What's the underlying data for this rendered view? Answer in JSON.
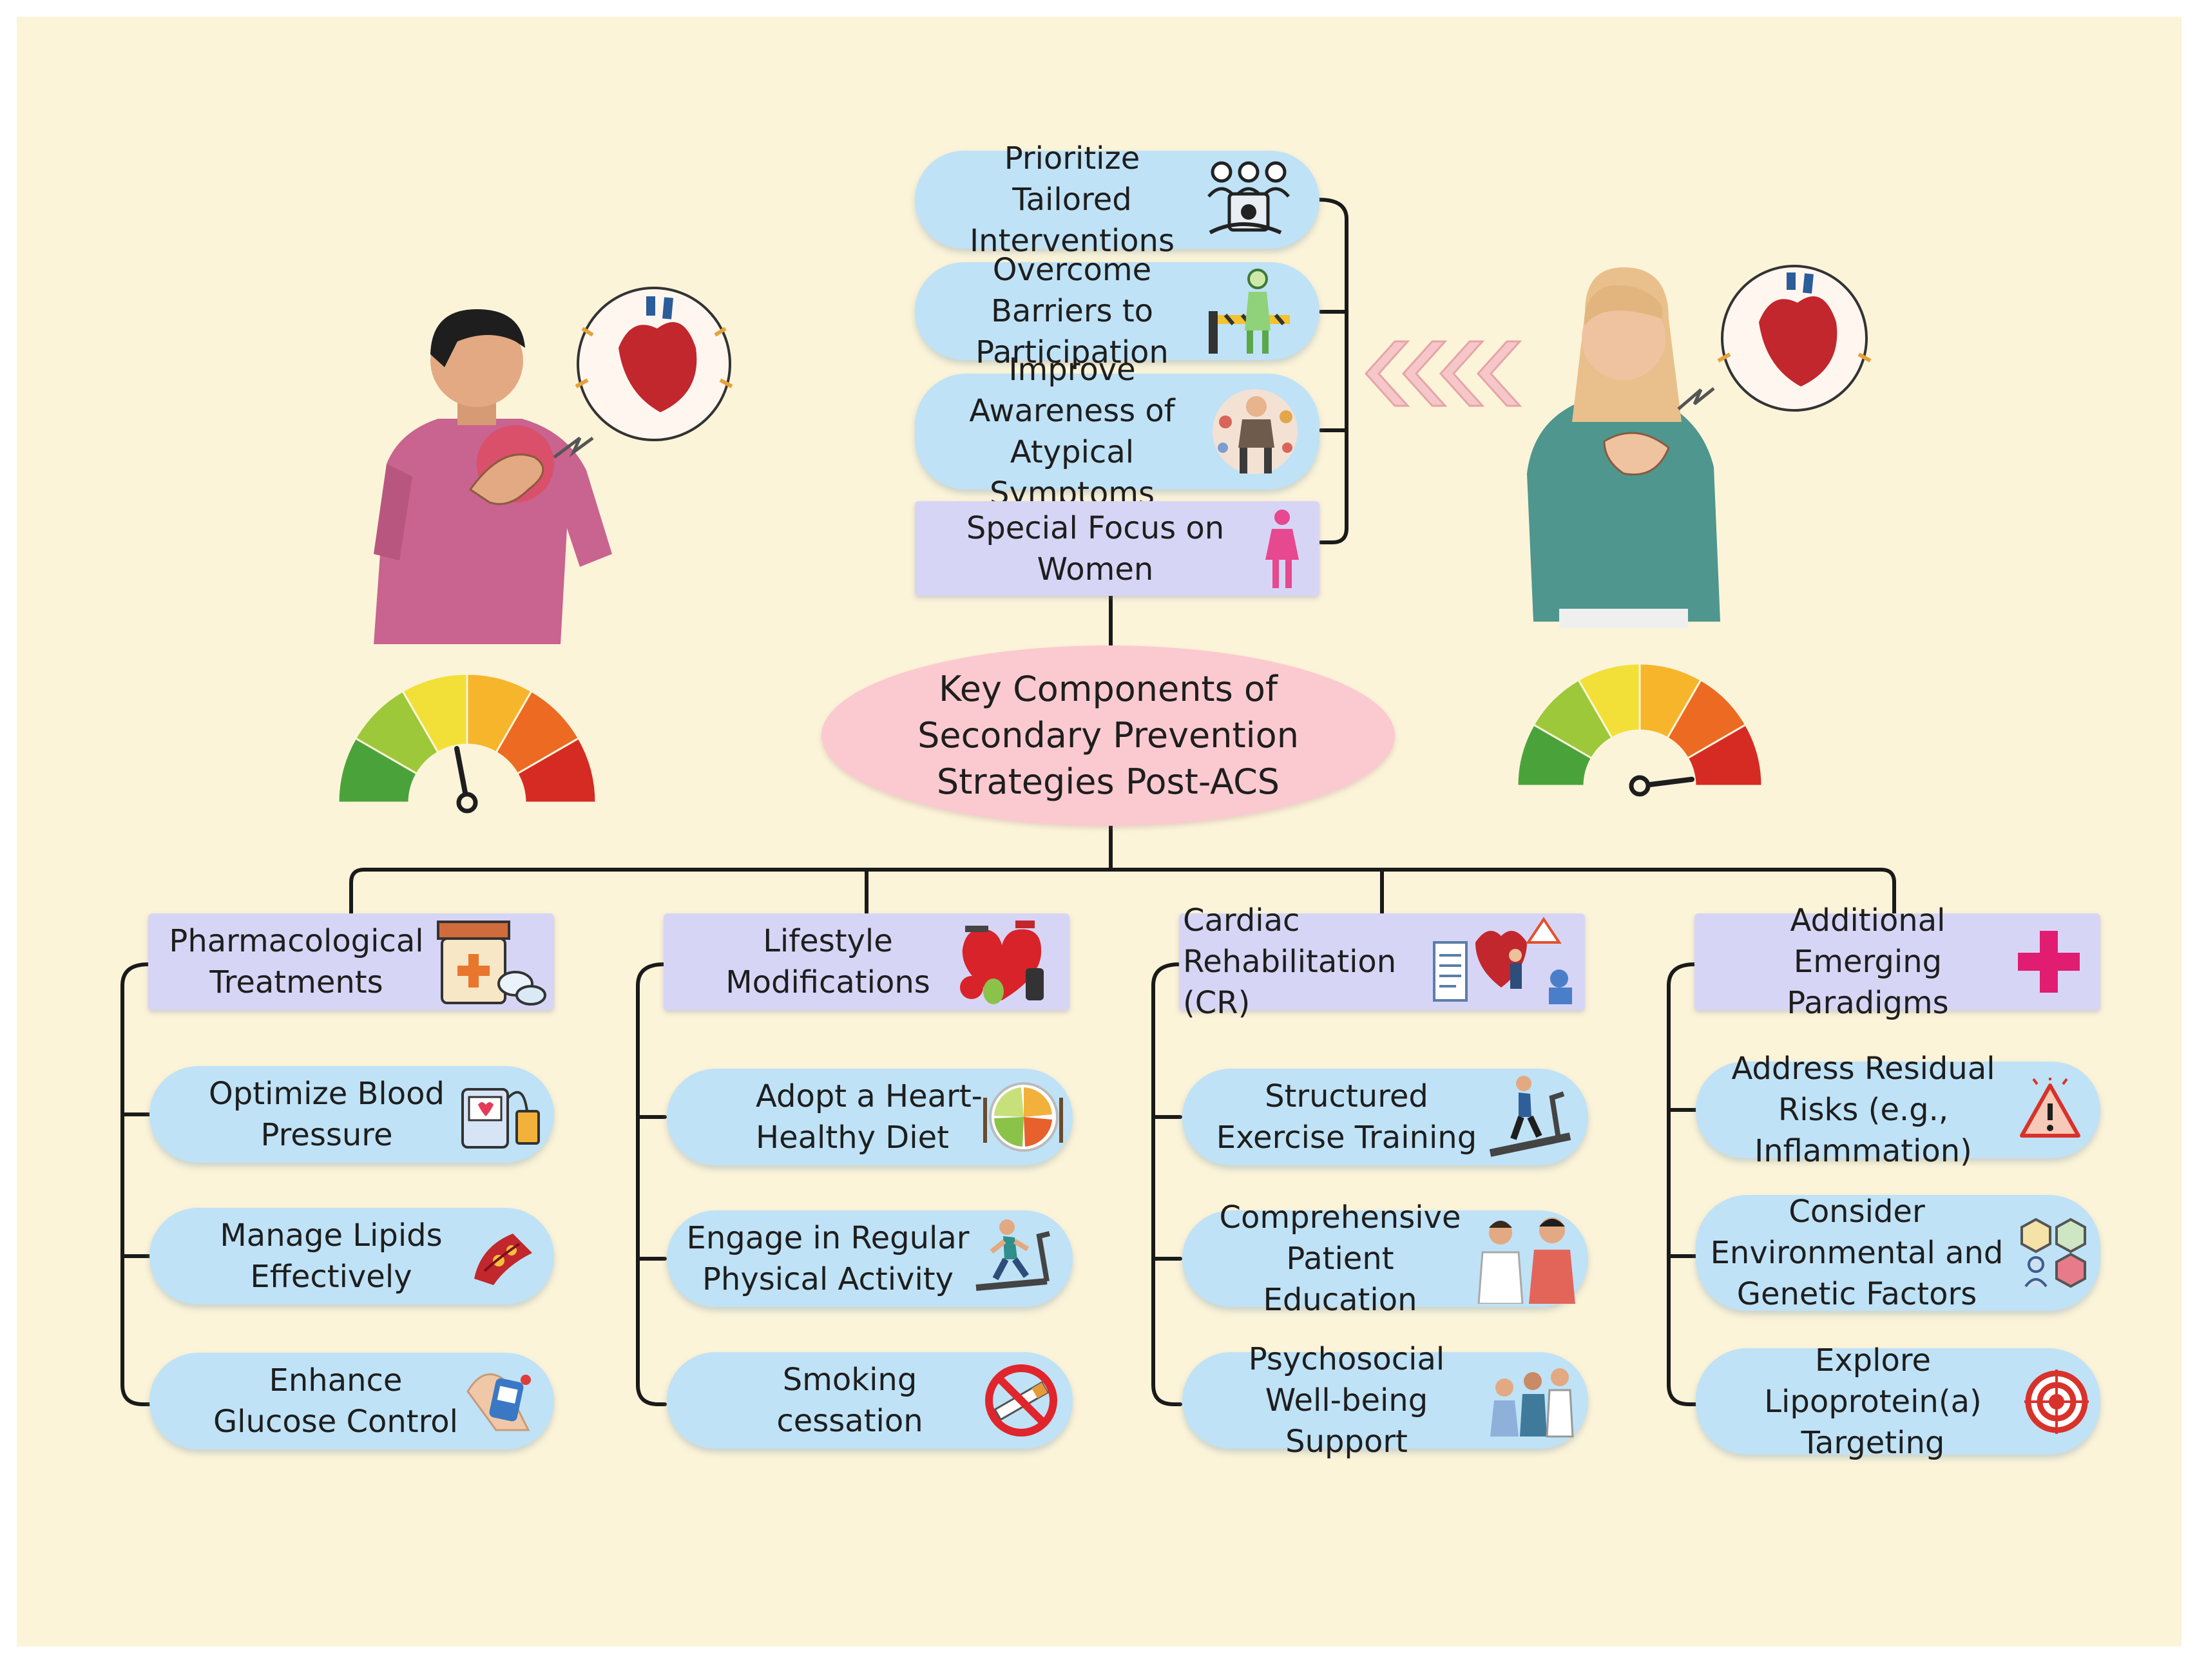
{
  "central": "Key Components of Secondary Prevention Strategies Post-ACS",
  "focus_items": [
    "Prioritize Tailored Interventions",
    "Overcome Barriers to Participation",
    "Improve Awareness of Atypical Symptoms",
    "Special Focus on Women"
  ],
  "categories": [
    {
      "title": "Pharmacological Treatments",
      "items": [
        "Optimize Blood Pressure",
        "Manage Lipids Effectively",
        "Enhance Glucose Control"
      ]
    },
    {
      "title": "Lifestyle Modifications",
      "items": [
        "Adopt a Heart-Healthy Diet",
        "Engage in Regular Physical Activity",
        "Smoking cessation"
      ]
    },
    {
      "title": "Cardiac Rehabilitation (CR)",
      "items": [
        "Structured Exercise Training",
        "Comprehensive Patient Education",
        "Psychosocial Well-being Support"
      ]
    },
    {
      "title": "Additional Emerging Paradigms",
      "items": [
        "Address Residual Risks (e.g., Inflammation)",
        "Consider Environmental and Genetic Factors",
        "Explore Lipoprotein(a) Targeting"
      ]
    }
  ],
  "colors": {
    "background": "#fcf4d9",
    "pill": "#bfe2f6",
    "header": "#d7d5f5",
    "central": "#fbcad0",
    "connector": "#1a1a1a"
  },
  "gauges": {
    "male_needle_fraction": 0.44,
    "female_needle_fraction": 0.96
  },
  "icons": {
    "focus": [
      "group-hand-icon",
      "barrier-person-icon",
      "symptoms-person-icon",
      "woman-icon"
    ],
    "headers": [
      "medicine-bottle-icon",
      "heart-fitness-icon",
      "rehab-heart-icon",
      "medical-cross-icon"
    ],
    "items": [
      [
        "bp-monitor-icon",
        "artery-plaque-icon",
        "glucose-meter-icon"
      ],
      [
        "healthy-plate-icon",
        "treadmill-runner-icon",
        "no-smoking-icon"
      ],
      [
        "exercise-treadmill-icon",
        "doctor-patient-icon",
        "counseling-icon"
      ],
      [
        "warning-icon",
        "genetic-factors-icon",
        "target-icon"
      ]
    ]
  }
}
